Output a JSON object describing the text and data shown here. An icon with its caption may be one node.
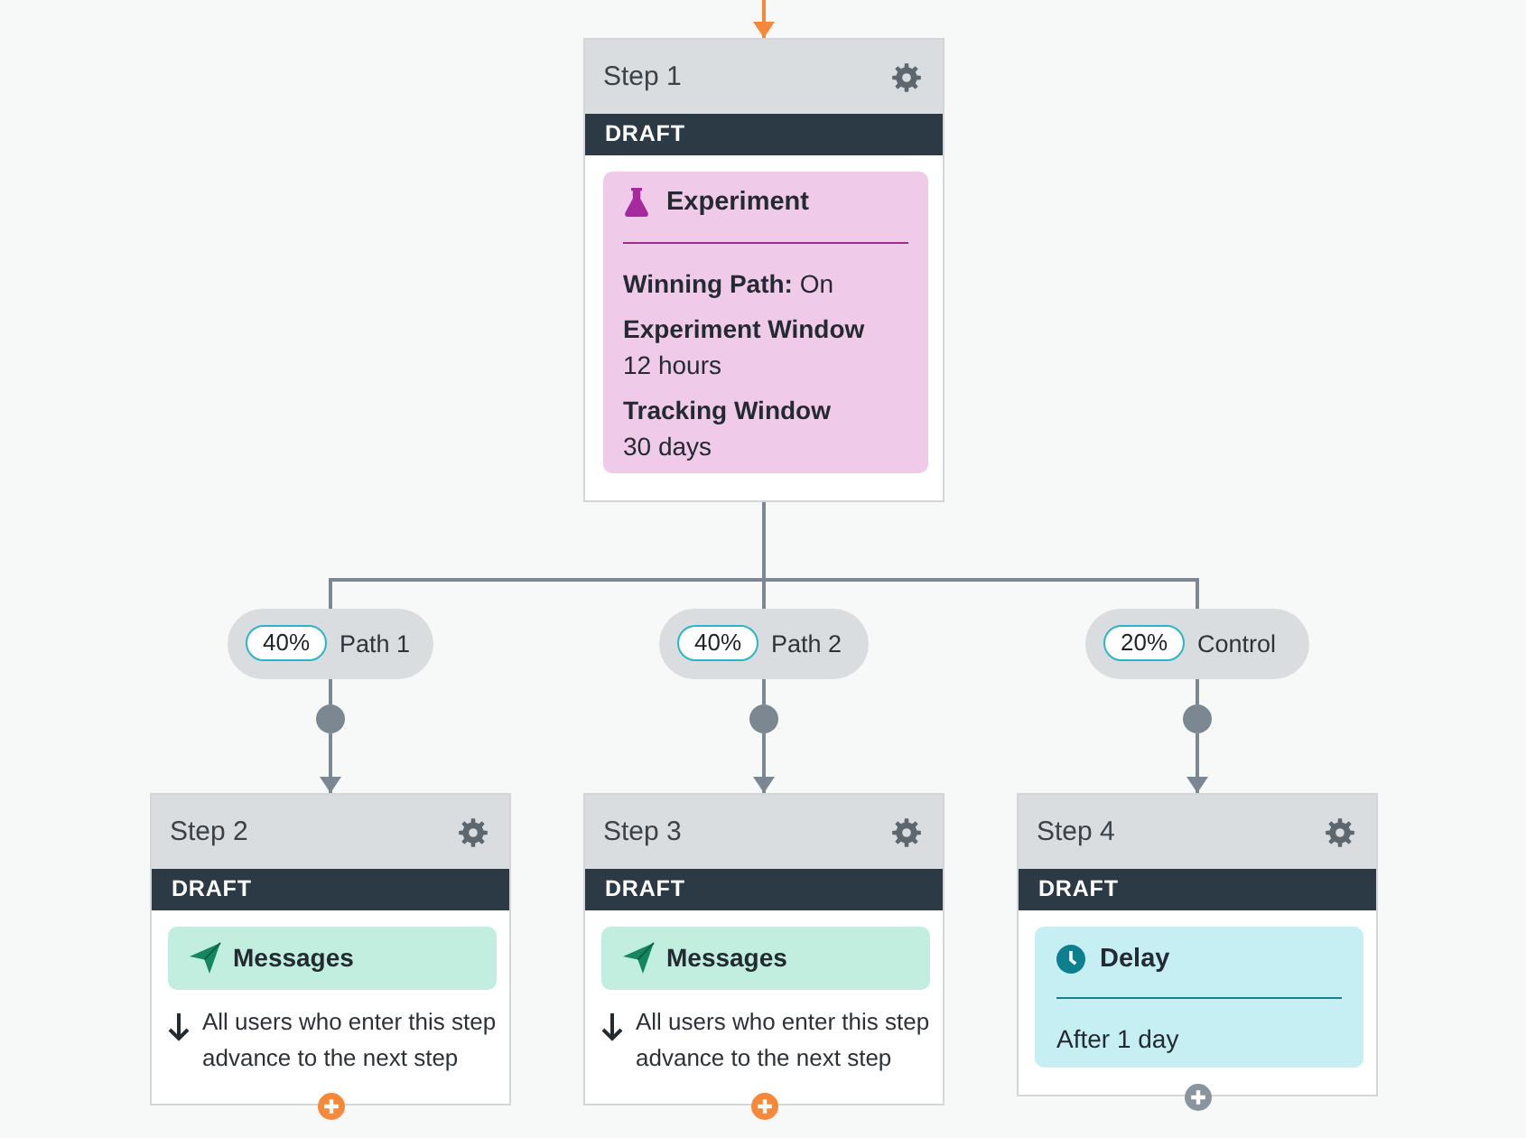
{
  "diagram": {
    "nodes": [
      {
        "text": [
          "Step 1",
          "DRAFT"
        ]
      },
      {
        "text": [
          "Experiment",
          "**Winning Path:** On",
          "Experiment Window",
          "12 hours",
          "Tracking Window",
          "30 days"
        ],
        "in": 0
      },
      {
        "text": [
          "Path 1"
        ]
      },
      {
        "text": [
          "40%"
        ],
        "in": 2
      },
      {
        "text": [
          "Path 2"
        ]
      },
      {
        "text": [
          "40%"
        ],
        "in": 4
      },
      {
        "text": [
          "Control"
        ]
      },
      {
        "text": [
          "20%"
        ],
        "in": 6
      },
      {
        "text": [],
        "shape": "circle"
      },
      {
        "text": [],
        "shape": "circle"
      },
      {
        "text": [],
        "shape": "circle"
      },
      {
        "text": [
          "Step 2",
          "DRAFT",
          "All users who enter this step advance to the next step"
        ]
      },
      {
        "text": [
          "Messages"
        ],
        "in": 11
      },
      {
        "text": [
          "Step 3",
          "DRAFT",
          "All users who enter this step advance to the next step"
        ]
      },
      {
        "text": [
          "Messages"
        ],
        "in": 13
      },
      {
        "text": [
          "Step 4",
          "DRAFT"
        ]
      },
      {
        "text": [
          "Delay",
          "After 1 day"
        ],
        "in": 15
      }
    ],
    "edges": [
      {
        "from": null,
        "to": 0,
        "arrow": "to",
        "color": "#f5883a"
      },
      {
        "from": 0,
        "to": 2,
        "arrow": "none"
      },
      {
        "from": 0,
        "to": 4,
        "arrow": "none"
      },
      {
        "from": 0,
        "to": 6,
        "arrow": "none"
      },
      {
        "from": 2,
        "to": 8,
        "arrow": "none"
      },
      {
        "from": 8,
        "to": 11,
        "arrow": "to"
      },
      {
        "from": 4,
        "to": 9,
        "arrow": "none"
      },
      {
        "from": 9,
        "to": 13,
        "arrow": "to"
      },
      {
        "from": 6,
        "to": 10,
        "arrow": "none"
      },
      {
        "from": 10,
        "to": 15,
        "arrow": "to"
      }
    ]
  }
}
